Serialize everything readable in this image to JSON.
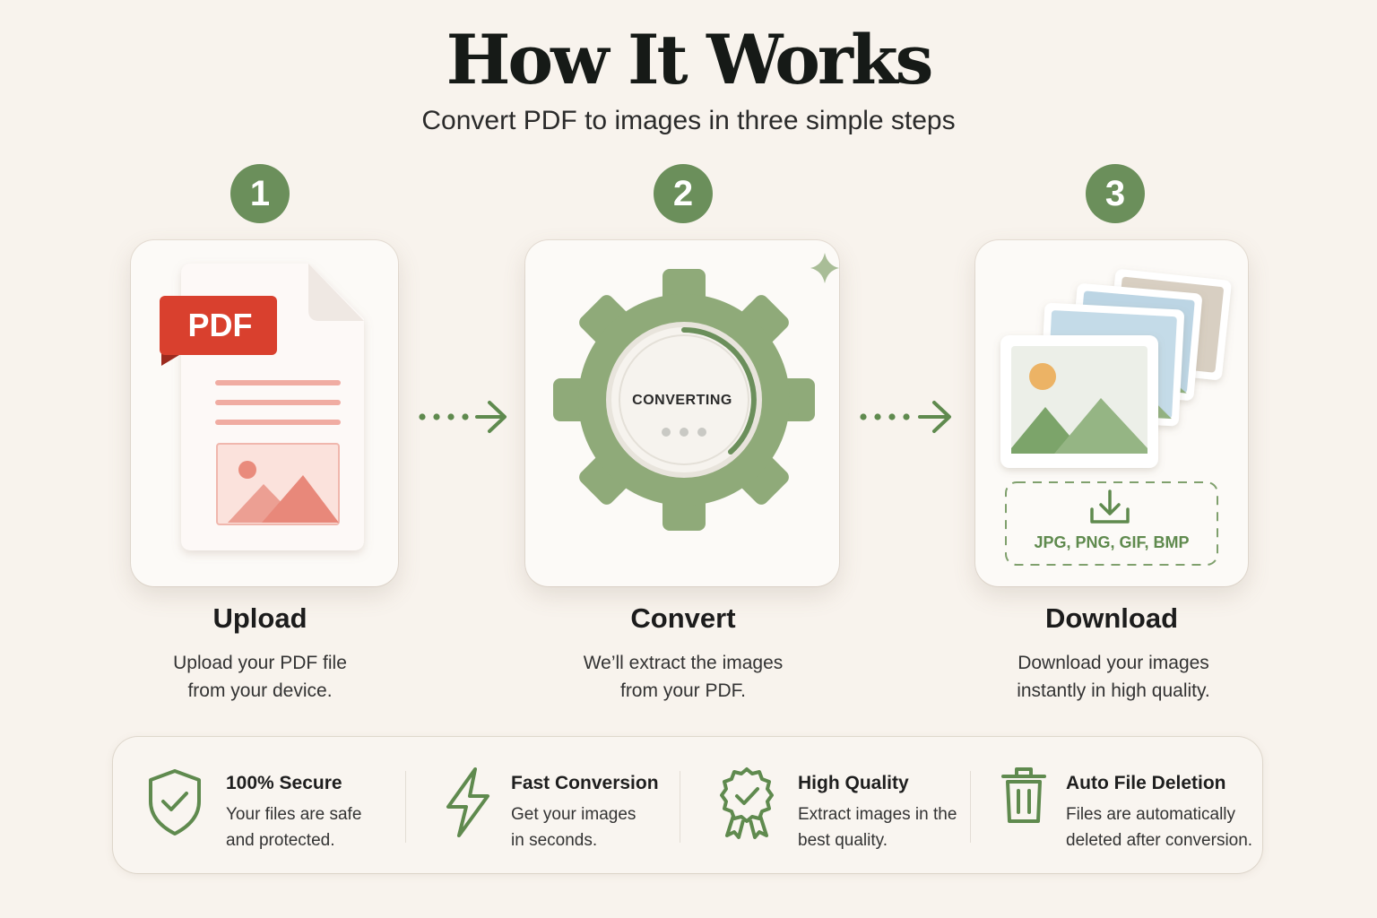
{
  "header": {
    "title": "How It Works",
    "subtitle": "Convert PDF to images in three simple steps"
  },
  "steps": [
    {
      "number": "1",
      "title": "Upload",
      "desc_line1": "Upload your PDF file",
      "desc_line2": "from your device.",
      "icon": "pdf-document-icon"
    },
    {
      "number": "2",
      "title": "Convert",
      "desc_line1": "We’ll extract the images",
      "desc_line2": "from your PDF.",
      "icon": "gear-icon"
    },
    {
      "number": "3",
      "title": "Download",
      "desc_line1": "Download your images",
      "desc_line2": "instantly in high quality.",
      "icon": "image-stack-icon"
    }
  ],
  "upload_card": {
    "pdf_label": "PDF"
  },
  "convert_card": {
    "status": "CONVERTING"
  },
  "download_card": {
    "formats": "JPG, PNG, GIF, BMP"
  },
  "features": [
    {
      "title": "100% Secure",
      "desc_line1": "Your files are safe",
      "desc_line2": "and protected.",
      "icon": "shield-check-icon"
    },
    {
      "title": "Fast Conversion",
      "desc_line1": "Get your images",
      "desc_line2": "in seconds.",
      "icon": "lightning-icon"
    },
    {
      "title": "High Quality",
      "desc_line1": "Extract images in the",
      "desc_line2": "best quality.",
      "icon": "award-badge-icon"
    },
    {
      "title": "Auto File Deletion",
      "desc_line1": "Files are automatically",
      "desc_line2": "deleted after conversion.",
      "icon": "trash-icon"
    }
  ],
  "colors": {
    "background": "#f8f3ed",
    "accent_green": "#6b8f5b",
    "gear_green": "#8faa79",
    "pdf_red": "#d9402e",
    "title": "#161a17"
  }
}
